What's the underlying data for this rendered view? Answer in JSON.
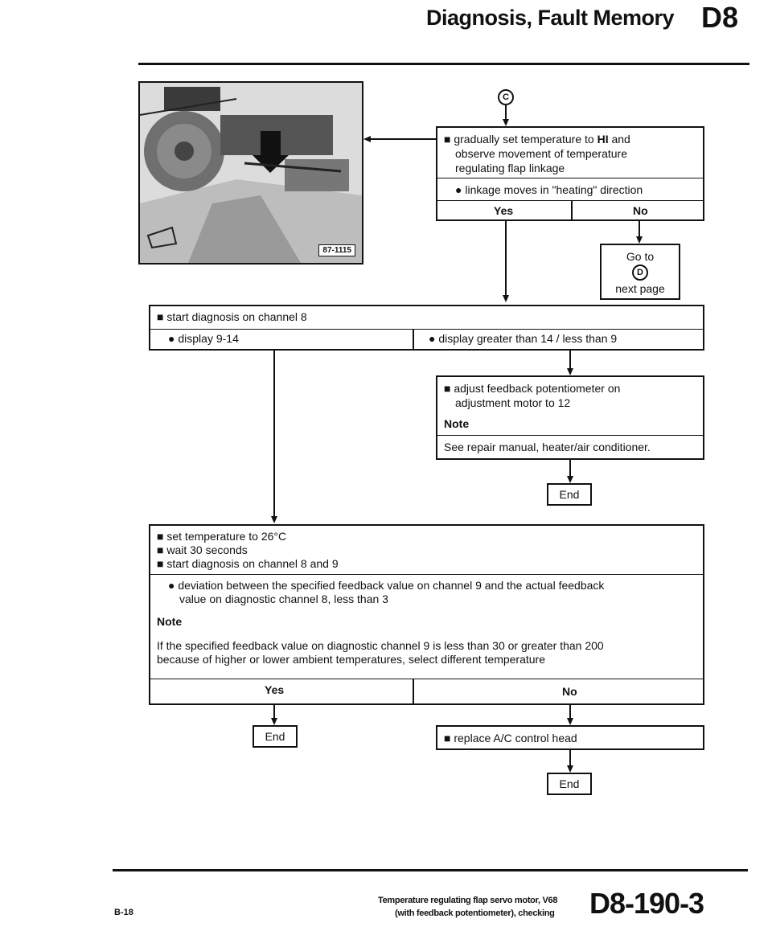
{
  "header": {
    "title": "Diagnosis, Fault Memory",
    "section": "D8"
  },
  "photo": {
    "label": "87-1115"
  },
  "step_c": {
    "marker": "C",
    "line1_prefix": "gradually set temperature to ",
    "line1_bold": "HI",
    "line1_suffix": " and",
    "line2": "observe movement of temperature",
    "line3": "regulating flap linkage",
    "condition": "linkage moves in \"heating\" direction",
    "yes": "Yes",
    "no": "No"
  },
  "goto": {
    "line1": "Go to",
    "marker": "D",
    "line2": "next page"
  },
  "step_channel8": {
    "title": "start diagnosis on channel 8",
    "left": "display 9-14",
    "right": "display greater than 14 / less than 9"
  },
  "step_adjust": {
    "line1": "adjust feedback potentiometer on",
    "line2": "adjustment motor to 12",
    "note_label": "Note",
    "note_text": "See repair manual, heater/air conditioner.",
    "end": "End"
  },
  "step_final": {
    "item1": "set temperature to 26°C",
    "item2": "wait 30 seconds",
    "item3": "start diagnosis on channel 8 and 9",
    "cond_line1": "deviation between the specified feedback value on channel 9 and the actual feedback",
    "cond_line2": "value on diagnostic channel 8, less than 3",
    "note_label": "Note",
    "note_line1": "If the specified feedback value on diagnostic channel 9 is less than 30 or greater than 200",
    "note_line2": "because of higher or lower ambient temperatures, select different temperature",
    "yes": "Yes",
    "no": "No",
    "end_yes": "End",
    "replace": "replace A/C control head",
    "end_no": "End"
  },
  "footer": {
    "page_ref": "B-18",
    "caption_line1": "Temperature regulating flap servo motor, V68",
    "caption_line2": "(with feedback potentiometer), checking",
    "code": "D8-190-3"
  }
}
